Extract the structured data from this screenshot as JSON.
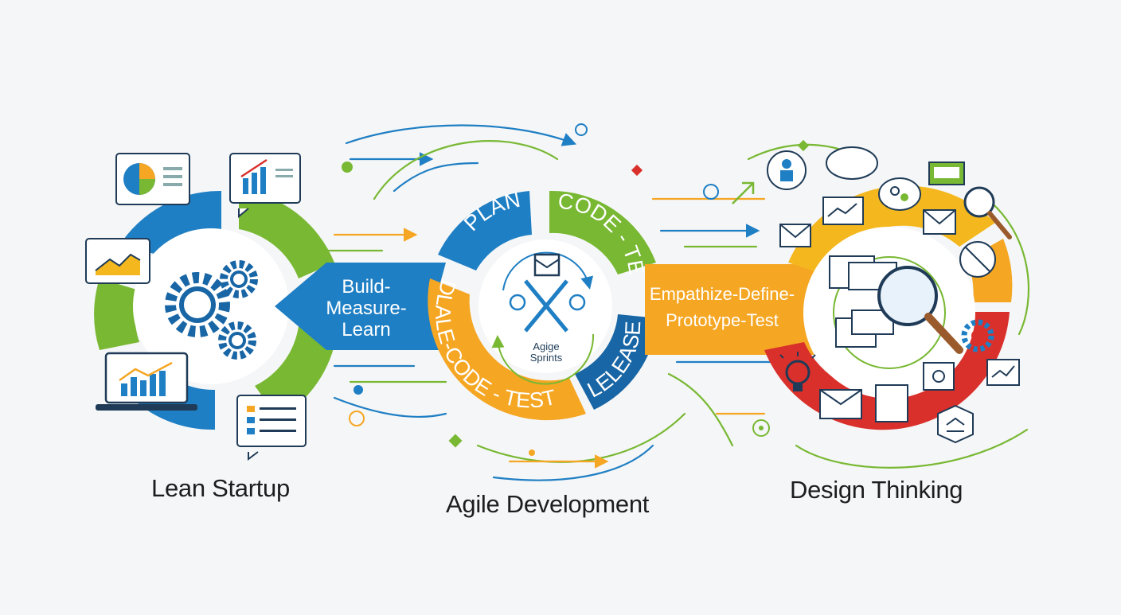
{
  "methodologies": {
    "lean": {
      "caption": "Lean Startup",
      "arrow_lines": [
        "Build-",
        "Measure-",
        "Learn"
      ]
    },
    "agile": {
      "caption": "Agile Development",
      "segments": {
        "top_left": "PLAN",
        "top_right": "CODE - TEST",
        "bottom_left": "DLALE-CODE - TEST",
        "bottom_right": "LELEASE"
      },
      "center_lines": [
        "Agige",
        "Sprints"
      ]
    },
    "design": {
      "caption": "Design Thinking",
      "arrow_lines": [
        "Empathize-Define-",
        "Prototype-Test"
      ]
    }
  },
  "colors": {
    "blue": "#1f7fc4",
    "dark_blue": "#1866a5",
    "green": "#78b833",
    "orange": "#f5a623",
    "yellow": "#f4b81e",
    "red": "#d9302c",
    "navy": "#1f3b57"
  },
  "icons": [
    "pie-chart-icon",
    "bar-chart-icon",
    "line-chart-icon",
    "gear-icon",
    "monitor-chart-icon",
    "document-icon",
    "sprint-cross-icon",
    "person-card-icon",
    "thought-bubble-icon",
    "envelope-icon",
    "magnifier-icon",
    "lightbulb-icon"
  ]
}
